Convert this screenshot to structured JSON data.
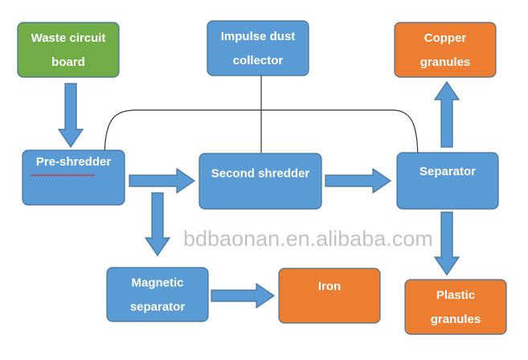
{
  "colors": {
    "process": "#5b9bd5",
    "input": "#70ad47",
    "output": "#ed7d31",
    "border": "#41719c"
  },
  "nodes": {
    "waste": [
      "Waste circuit",
      "board"
    ],
    "dust": [
      "Impulse dust",
      "collector"
    ],
    "copper": [
      "Copper",
      "granules"
    ],
    "pre": [
      "Pre-shredder"
    ],
    "second": [
      "Second shredder"
    ],
    "separator": [
      "Separator"
    ],
    "magnetic": [
      "Magnetic",
      "separator"
    ],
    "iron": [
      "Iron"
    ],
    "plastic": [
      "Plastic",
      "granules"
    ]
  },
  "watermark": "bdbaonan.en.alibaba.com"
}
